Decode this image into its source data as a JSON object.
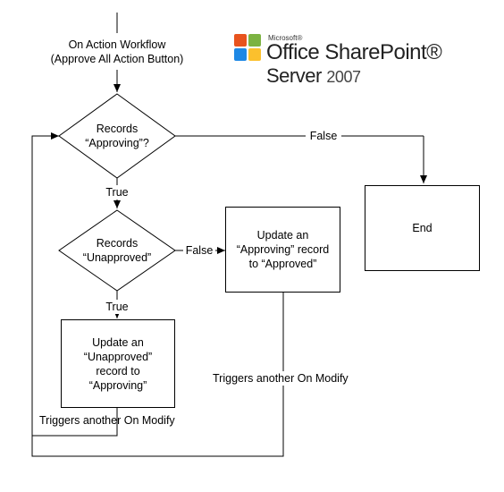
{
  "start_label": [
    "On Action Workflow",
    "(Approve All Action Button)"
  ],
  "decision1": [
    "Records",
    "“Approving”?"
  ],
  "decision2": [
    "Records",
    "“Unapproved”"
  ],
  "box_update_unapproved": [
    "Update an",
    "“Unapproved”",
    "record to",
    "“Approving”"
  ],
  "box_update_approving": [
    "Update an",
    "“Approving” record",
    "to “Approved”"
  ],
  "box_end": "End",
  "edge_labels": {
    "d1_false": "False",
    "d1_true": "True",
    "d2_false": "False",
    "d2_true": "True",
    "trigger_left": "Triggers another On Modify",
    "trigger_right": "Triggers another On Modify"
  },
  "logo": {
    "microsoft": "Microsoft®",
    "line1": "Office SharePoint®",
    "line2": "Server",
    "year": "2007",
    "colors": [
      "#e8531e",
      "#7cb342",
      "#1e88e5",
      "#fbc02d"
    ]
  }
}
